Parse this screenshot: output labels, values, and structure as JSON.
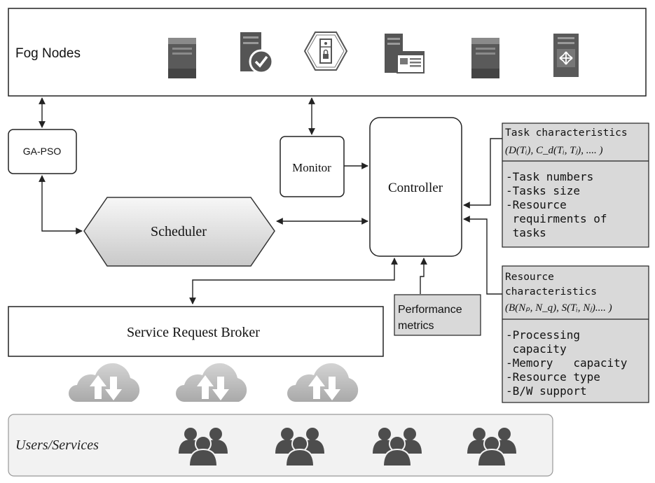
{
  "fog_nodes": {
    "label": "Fog Nodes",
    "icons": [
      "server-tower-icon",
      "server-check-icon",
      "secure-gateway-icon",
      "server-window-icon",
      "server-tower-icon",
      "router-server-icon"
    ]
  },
  "ga_pso": {
    "label": "GA-PSO"
  },
  "monitor": {
    "label": "Monitor"
  },
  "controller": {
    "label": "Controller"
  },
  "scheduler": {
    "label": "Scheduler"
  },
  "broker": {
    "label": "Service Request Broker"
  },
  "performance": {
    "line1": "Performance",
    "line2": "metrics"
  },
  "task_panel": {
    "title": "Task characteristics",
    "formula": "(D(Tᵢ), C_d(Tᵢ, Tⱼ), .... )",
    "items": [
      "-Task numbers",
      "-Tasks size",
      "-Resource",
      " requirments of",
      " tasks"
    ]
  },
  "resource_panel": {
    "title_line1": "Resource",
    "title_line2": "characteristics",
    "formula": "(B(Nₚ, N_q), S(Tᵢ, Nⱼ).... )",
    "items": [
      "-Processing",
      " capacity",
      "-Memory   capacity",
      "-Resource type",
      "-B/W support"
    ]
  },
  "clouds": {
    "count": 3,
    "icon": "cloud-upload-download-icon"
  },
  "users": {
    "label": "Users/Services",
    "count": 4,
    "icon": "user-group-icon"
  },
  "colors": {
    "panel_fill": "#d9d9d9",
    "stroke": "#222222",
    "icon_dark": "#555555",
    "cloud_grey": "#bdbdbd",
    "users_bg": "#f2f2f2"
  }
}
